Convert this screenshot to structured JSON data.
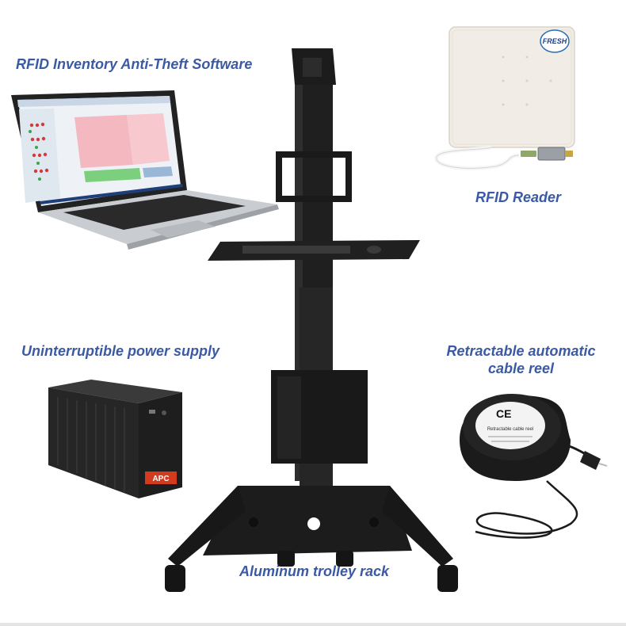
{
  "labels": {
    "software": "RFID Inventory Anti-Theft Software",
    "reader": "RFID Reader",
    "ups": "Uninterruptible power supply",
    "reel_line1": "Retractable automatic",
    "reel_line2": "cable reel",
    "trolley": "Aluminum trolley rack"
  },
  "product_text": {
    "reader_logo": "FRESH",
    "ups_brand": "APC",
    "reel_mark": "CE",
    "reel_caption": "Retractable cable reel"
  },
  "colors": {
    "label_text": "#3b5aa3",
    "frame_black": "#1c1c1c",
    "reader_body": "#f1ede6",
    "ups_accent": "#d23b1e"
  }
}
